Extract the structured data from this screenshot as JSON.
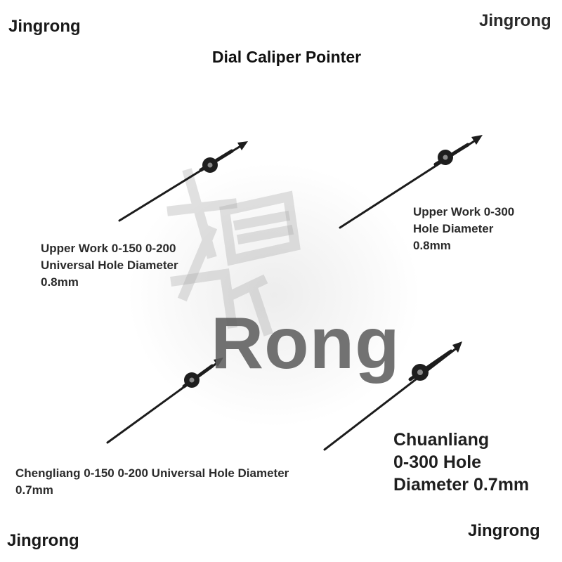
{
  "brand": {
    "top_left": "Jingrong",
    "top_right": "Jingrong",
    "bottom_left": "Jingrong",
    "bottom_right": "Jingrong"
  },
  "title": "Dial Caliper Pointer",
  "watermark": "Rong",
  "pointers": [
    {
      "label_lines": [
        "Upper Work 0-150 0-200",
        "Universal Hole Diameter",
        "0.8mm"
      ]
    },
    {
      "label_lines": [
        "Upper Work 0-300",
        "Hole Diameter",
        "0.8mm"
      ]
    },
    {
      "label_lines": [
        "Chengliang 0-150 0-200 Universal Hole Diameter",
        "0.7mm"
      ]
    },
    {
      "label_lines": [
        "Chuanliang",
        "0-300 Hole",
        "Diameter 0.7mm"
      ]
    }
  ],
  "colors": {
    "pointer": "#1c1c1c",
    "text": "#2b2b2b",
    "watermark": "#5f5f5f"
  }
}
